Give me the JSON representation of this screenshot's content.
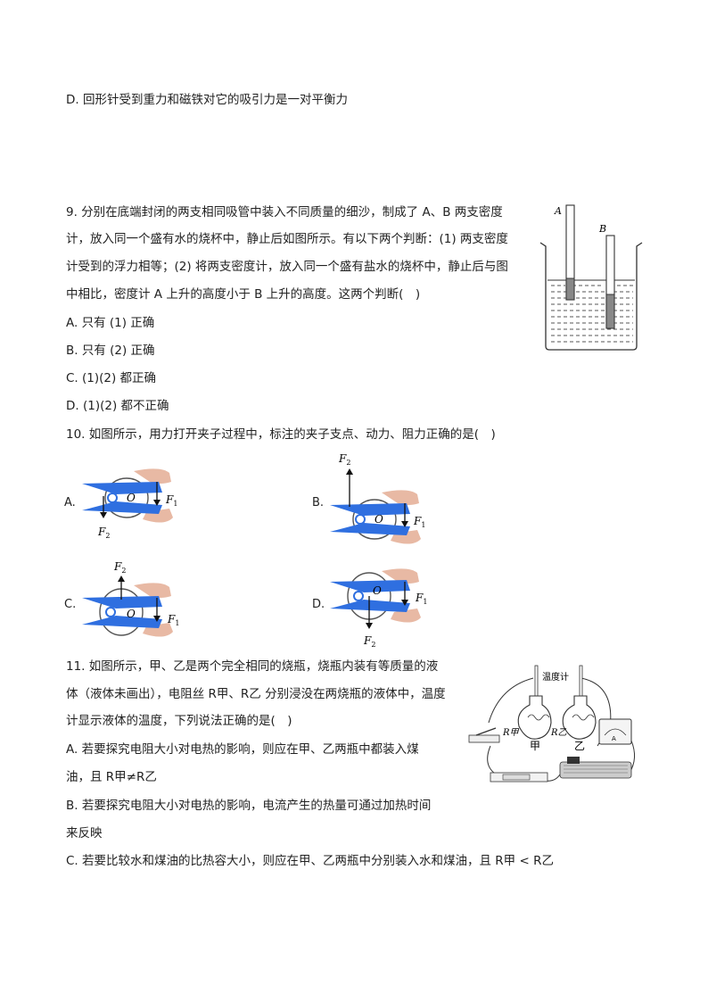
{
  "q8": {
    "option_d": "D. 回形针受到重力和磁铁对它的吸引力是一对平衡力"
  },
  "q9": {
    "stem_lines": [
      "9. 分别在底端封闭的两支相同吸管中装入不同质量的细沙，制成了 A、B 两支密度",
      "计，放入同一个盛有水的烧杯中，静止后如图所示。有以下两个判断：(1) 两支密度",
      "计受到的浮力相等；(2) 将两支密度计，放入同一个盛有盐水的烧杯中，静止后与图",
      "中相比，密度计 A 上升的高度小于 B 上升的高度。这两个判断(　)"
    ],
    "options": [
      "A. 只有 (1) 正确",
      "B. 只有 (2) 正确",
      "C. (1)(2) 都正确",
      "D. (1)(2) 都不正确"
    ],
    "figure": {
      "label_a": "A",
      "label_b": "B"
    }
  },
  "q10": {
    "stem": "10. 如图所示，用力打开夹子过程中，标注的夹子支点、动力、阻力正确的是(　)",
    "letters": [
      "A.",
      "B.",
      "C.",
      "D."
    ],
    "labels": {
      "o": "O",
      "f1": "F",
      "f1_sub": "1",
      "f2": "F",
      "f2_sub": "2"
    }
  },
  "q11": {
    "stem_lines": [
      "11. 如图所示，甲、乙是两个完全相同的烧瓶，烧瓶内装有等质量的液",
      "体（液体未画出），电阻丝 R甲、R乙 分别浸没在两烧瓶的液体中，温度",
      "计显示液体的温度，下列说法正确的是(　)"
    ],
    "option_a_lines": [
      "A. 若要探究电阻大小对电热的影响，则应在甲、乙两瓶中都装入煤",
      "油，且 R甲≠R乙"
    ],
    "option_b_lines": [
      "B. 若要探究电阻大小对电热的影响，电流产生的热量可通过加热时间",
      "来反映"
    ],
    "option_c": "C. 若要比较水和煤油的比热容大小，则应在甲、乙两瓶中分别装入水和煤油，且 R甲 < R乙",
    "figure": {
      "thermometer_label": "温度计",
      "flask1_label": "甲",
      "flask2_label": "乙",
      "r1_label": "R甲",
      "r2_label": "R乙",
      "ammeter_label": "A"
    }
  }
}
